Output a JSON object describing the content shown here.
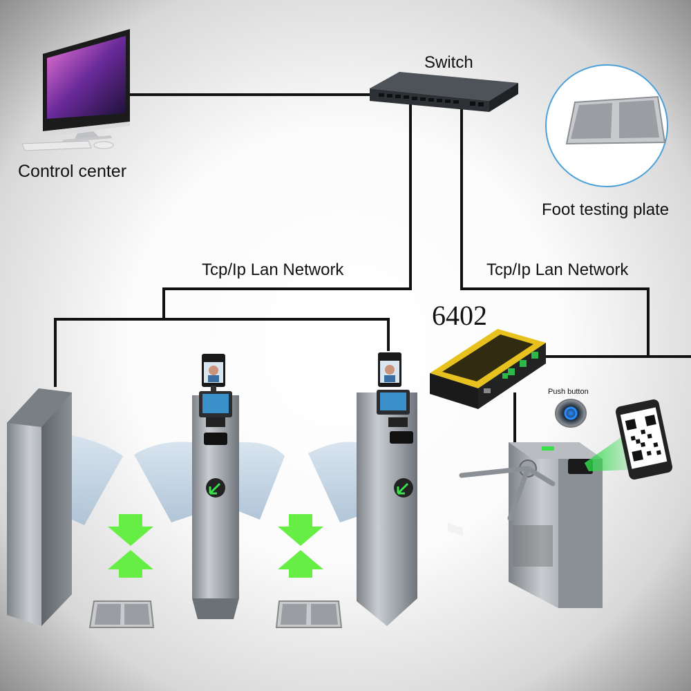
{
  "labels": {
    "control_center": "Control center",
    "switch": "Switch",
    "foot_testing_plate": "Foot testing plate",
    "network_left": "Tcp/Ip Lan Network",
    "network_right": "Tcp/Ip Lan Network",
    "controller_model": "6402",
    "push_button": "Push button"
  },
  "colors": {
    "wire": "#111111",
    "arrow_green": "#66ee44",
    "steel": "#9ea3a8",
    "glass": "#bcd3e6",
    "controller_body": "#e7c21f"
  }
}
